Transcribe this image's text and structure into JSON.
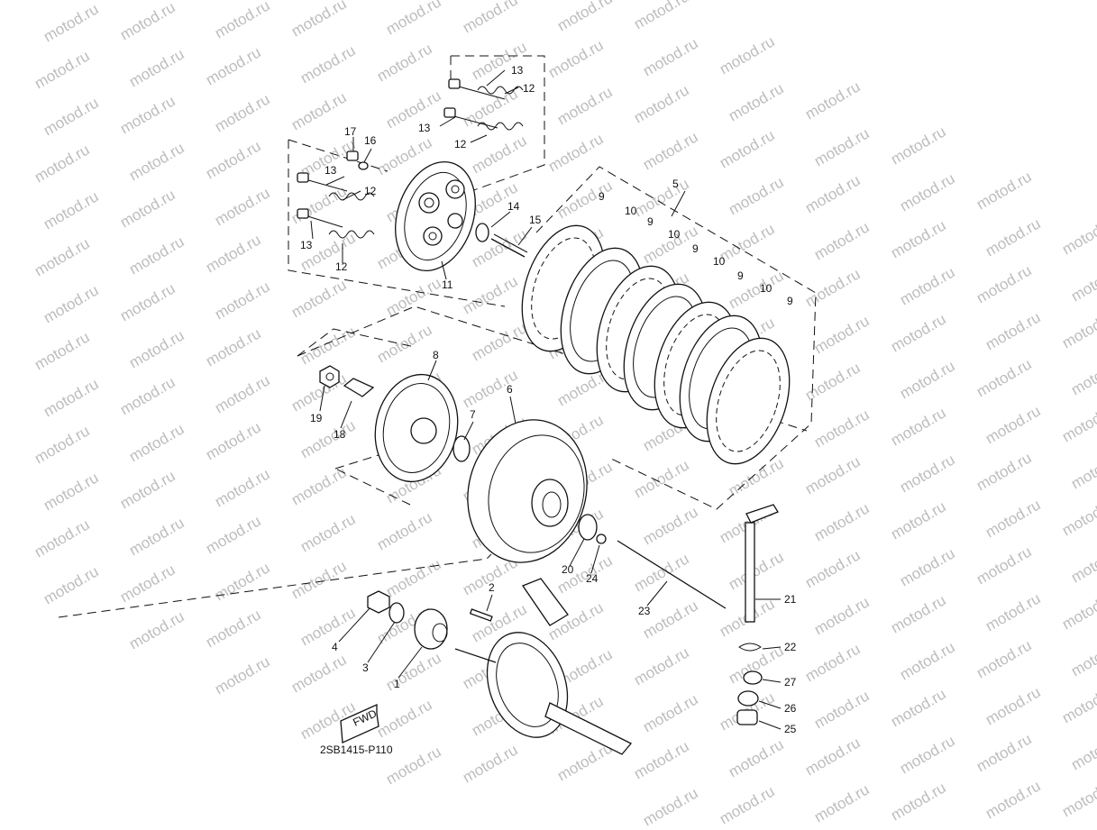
{
  "watermark": {
    "text": "motod.ru",
    "color": "#bdbdbd"
  },
  "diagram_code": "2SB1415-P110",
  "fwd_label": "FWD",
  "callouts": {
    "c1": "1",
    "c2": "2",
    "c3": "3",
    "c4": "4",
    "c5": "5",
    "c6": "6",
    "c7": "7",
    "c8": "8",
    "c9a": "9",
    "c9b": "9",
    "c9c": "9",
    "c9d": "9",
    "c9e": "9",
    "c10a": "10",
    "c10b": "10",
    "c10c": "10",
    "c10d": "10",
    "c11": "11",
    "c12a": "12",
    "c12b": "12",
    "c12c": "12",
    "c12d": "12",
    "c13a": "13",
    "c13b": "13",
    "c13c": "13",
    "c13d": "13",
    "c14": "14",
    "c15": "15",
    "c16": "16",
    "c17": "17",
    "c18": "18",
    "c19": "19",
    "c20": "20",
    "c21": "21",
    "c22": "22",
    "c23": "23",
    "c24": "24",
    "c25": "25",
    "c26": "26",
    "c27": "27"
  }
}
